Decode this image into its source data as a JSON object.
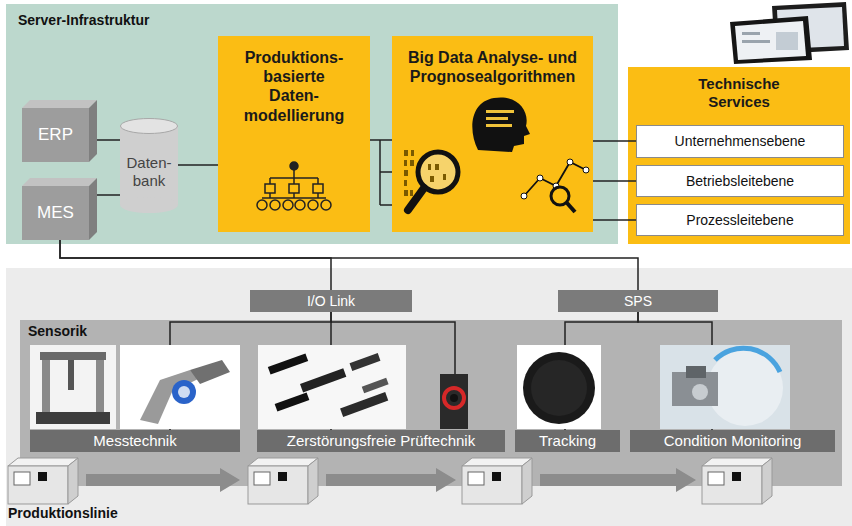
{
  "diagram": {
    "nodes": [
      {
        "text": [
          "Server-Infrastruktur"
        ]
      },
      {
        "text": [
          "ERP"
        ],
        "in": 0
      },
      {
        "text": [
          "MES"
        ],
        "in": 0
      },
      {
        "text": [
          "Daten- bank"
        ],
        "in": 0
      },
      {
        "text": [
          "Produktions- basierte Daten- modellierung"
        ],
        "in": 0
      },
      {
        "text": [
          "Big Data Analyse- und Prognosealgorithmen"
        ],
        "in": 0
      },
      {
        "text": [
          "Technische Services"
        ]
      },
      {
        "text": [
          "Unternehmensebene"
        ],
        "in": 6
      },
      {
        "text": [
          "Betriebsleitebene"
        ],
        "in": 6
      },
      {
        "text": [
          "Prozessleitebene"
        ],
        "in": 6
      },
      {
        "text": [
          "I/O Link"
        ]
      },
      {
        "text": [
          "SPS"
        ]
      },
      {
        "text": [
          "Sensorik"
        ]
      },
      {
        "text": [
          "Messtechnik"
        ],
        "in": 12
      },
      {
        "text": [
          "Zerstörungsfreie Prüftechnik"
        ],
        "in": 12
      },
      {
        "text": [
          "Tracking"
        ],
        "in": 12
      },
      {
        "text": [
          "Condition Monitoring"
        ],
        "in": 12
      }
    ],
    "edges": [
      {
        "from": 1,
        "to": 3,
        "arrow": "none"
      },
      {
        "from": 2,
        "to": 3,
        "arrow": "none"
      },
      {
        "from": 3,
        "to": 4,
        "arrow": "none"
      },
      {
        "from": 4,
        "to": 5,
        "arrow": "none"
      },
      {
        "from": 5,
        "to": 7,
        "arrow": "none"
      },
      {
        "from": 5,
        "to": 8,
        "arrow": "none"
      },
      {
        "from": 5,
        "to": 9,
        "arrow": "none"
      },
      {
        "from": 2,
        "to": 10,
        "arrow": "none"
      },
      {
        "from": 2,
        "to": 11,
        "arrow": "none"
      },
      {
        "from": 10,
        "to": 13,
        "arrow": "none"
      },
      {
        "from": 10,
        "to": 14,
        "arrow": "none"
      },
      {
        "from": 11,
        "to": 15,
        "arrow": "none"
      },
      {
        "from": 11,
        "to": 16,
        "arrow": "none"
      }
    ],
    "labels": [
      "Produktionslinie"
    ]
  }
}
